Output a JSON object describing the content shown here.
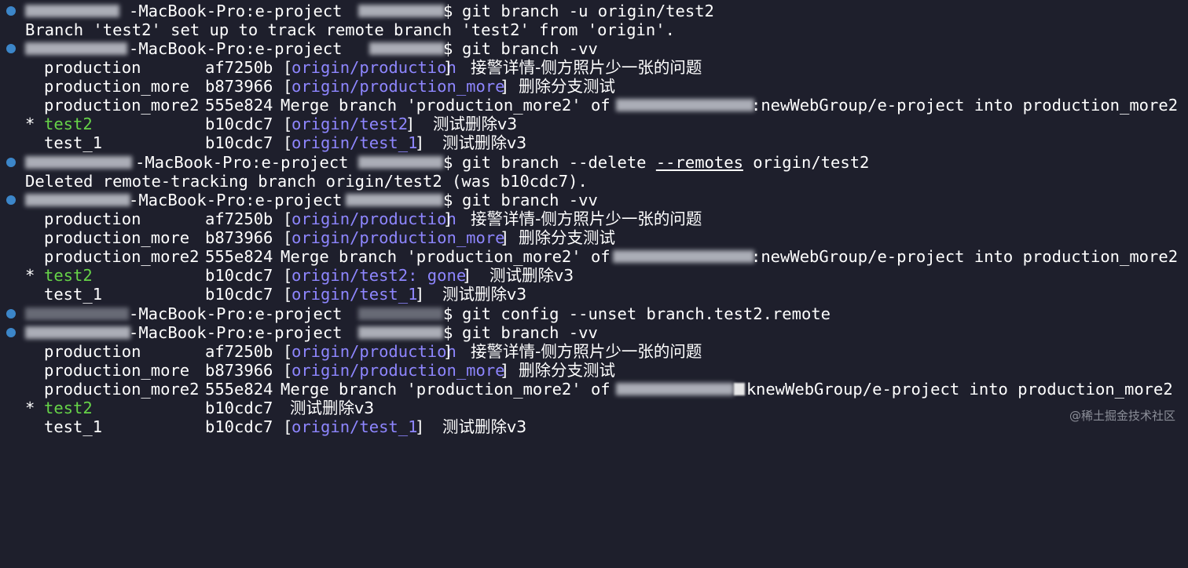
{
  "colors": {
    "background": "#1e1f2c",
    "text": "#ffffff",
    "remote": "#8e86ff",
    "current_branch": "#66d348",
    "prompt_dot": "#3c86c9"
  },
  "prompt": {
    "host": "-MacBook-Pro:e-project",
    "suffix": "$"
  },
  "commands": {
    "c1": "git branch -u origin/test2",
    "c2": "git branch -vv",
    "c3_pre": "git branch --delete ",
    "c3_ul": "--remotes",
    "c3_post": " origin/test2",
    "c4": "git branch -vv",
    "c5": "git config --unset branch.test2.remote",
    "c6": "git branch -vv"
  },
  "outputs": {
    "o1": "Branch 'test2' set up to track remote branch 'test2' from 'origin'.",
    "o_deleted": "Deleted remote-tracking branch origin/test2 (was b10cdc7)."
  },
  "branches": {
    "production": "production",
    "production_more": "production_more",
    "production_more2": "production_more2",
    "test2": "test2",
    "test_1": "test_1",
    "star": "*"
  },
  "hashes": {
    "af": "af7250b",
    "b8": "b873966",
    "m555": "555e824",
    "b10": "b10cdc7"
  },
  "remotes": {
    "production": "origin/production",
    "production_more": "origin/production_more",
    "test2": "origin/test2",
    "test2_gone": "origin/test2: gone",
    "test_1": "origin/test_1"
  },
  "brackets": {
    "open": "[",
    "close": "]"
  },
  "messages": {
    "production": "接警详情-侧方照片少一张的问题",
    "production_more": "删除分支测试",
    "merge_pre": "Merge branch 'production_more2' of",
    "merge_post": ":newWebGroup/e-project into production_more2",
    "merge_post_k": "k",
    "merge_post_rest": "newWebGroup/e-project into production_more2",
    "test": "测试删除v3"
  },
  "watermark": "@稀土掘金技术社区"
}
